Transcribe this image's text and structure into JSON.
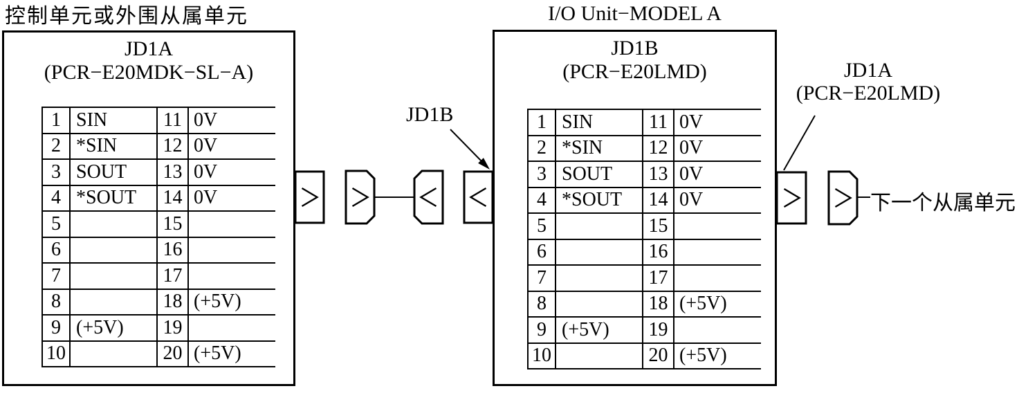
{
  "left_unit": {
    "unit_title": "控制单元或外围从属单元",
    "connector_name": "JD1A",
    "connector_model": "(PCR−E20MDK−SL−A)",
    "pins": [
      {
        "n1": "1",
        "name": "SIN",
        "n2": "11",
        "val": "0V"
      },
      {
        "n1": "2",
        "name": "*SIN",
        "n2": "12",
        "val": "0V"
      },
      {
        "n1": "3",
        "name": "SOUT",
        "n2": "13",
        "val": "0V"
      },
      {
        "n1": "4",
        "name": "*SOUT",
        "n2": "14",
        "val": "0V"
      },
      {
        "n1": "5",
        "name": "",
        "n2": "15",
        "val": ""
      },
      {
        "n1": "6",
        "name": "",
        "n2": "16",
        "val": ""
      },
      {
        "n1": "7",
        "name": "",
        "n2": "17",
        "val": ""
      },
      {
        "n1": "8",
        "name": "",
        "n2": "18",
        "val": "(+5V)"
      },
      {
        "n1": "9",
        "name": "(+5V)",
        "n2": "19",
        "val": ""
      },
      {
        "n1": "10",
        "name": "",
        "n2": "20",
        "val": "(+5V)"
      }
    ]
  },
  "right_unit": {
    "unit_title": "I/O Unit−MODEL A",
    "connector_name": "JD1B",
    "connector_model": "(PCR−E20LMD)",
    "pins": [
      {
        "n1": "1",
        "name": "SIN",
        "n2": "11",
        "val": "0V"
      },
      {
        "n1": "2",
        "name": "*SIN",
        "n2": "12",
        "val": "0V"
      },
      {
        "n1": "3",
        "name": "SOUT",
        "n2": "13",
        "val": "0V"
      },
      {
        "n1": "4",
        "name": "*SOUT",
        "n2": "14",
        "val": "0V"
      },
      {
        "n1": "5",
        "name": "",
        "n2": "15",
        "val": ""
      },
      {
        "n1": "6",
        "name": "",
        "n2": "16",
        "val": ""
      },
      {
        "n1": "7",
        "name": "",
        "n2": "17",
        "val": ""
      },
      {
        "n1": "8",
        "name": "",
        "n2": "18",
        "val": "(+5V)"
      },
      {
        "n1": "9",
        "name": "(+5V)",
        "n2": "19",
        "val": ""
      },
      {
        "n1": "10",
        "name": "",
        "n2": "20",
        "val": "(+5V)"
      }
    ]
  },
  "annotations": {
    "io_input_connector_label": "JD1B",
    "io_output_connector_name": "JD1A",
    "io_output_connector_model": "(PCR−E20LMD)",
    "next_unit_label": "下一个从属单元"
  },
  "icons": {
    "chevron_right": ">",
    "chevron_left": "<"
  },
  "colors": {
    "line": "#000000",
    "background": "#ffffff",
    "text": "#000000"
  }
}
